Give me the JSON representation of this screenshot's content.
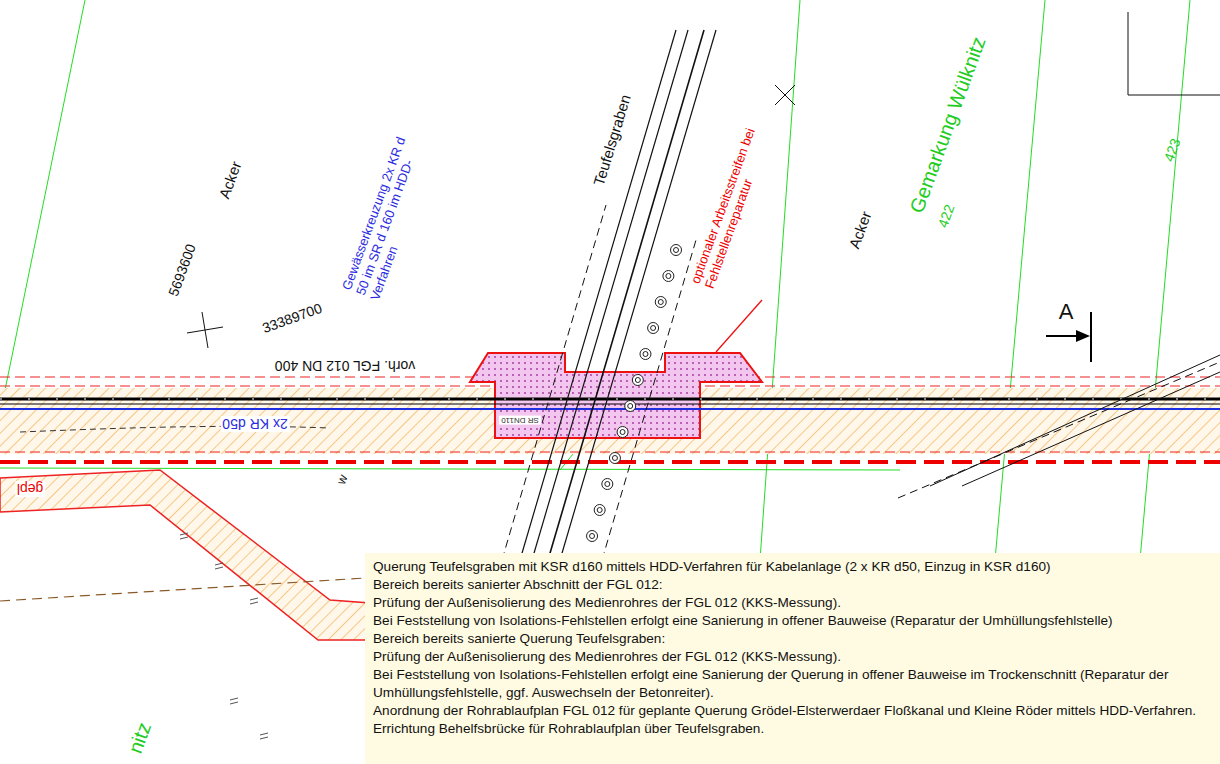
{
  "diagram": {
    "nodes": [
      {
        "text": [
          "Querung Teufelsgraben mit KSR d160 mittels HDD-Verfahren für Kabelanlage (2 x KR d50, Einzug  in KSR d160)",
          "Bereich bereits sanierter Abschnitt der FGL 012:",
          "Prüfung der Außenisolierung des Medienrohres der FGL 012 (KKS-Messung).",
          "Bei Feststellung von Isolations-Fehlstellen erfolgt eine Sanierung in offener Bauweise (Reparatur der Umhüllungsfehlstelle)",
          "Bereich bereits sanierte Querung Teufelsgraben:",
          "Prüfung der Außenisolierung des Medienrohres der FGL 012 (KKS-Messung).",
          "Bei Feststellung von Isolations-Fehlstellen erfolgt eine Sanierung der Querung in offener Bauweise im Trockenschnitt (Reparatur der Umhüllungsfehlstelle, ggf. Auswechseln der Betonreiter).",
          "Anordnung der Rohrablaufplan FGL 012 für geplante Querung Grödel-Elsterwerdaer Floßkanal und Kleine Röder mittels HDD-Verfahren.",
          "Errichtung Behelfsbrücke für Rohrablaufplan über Teufelsgraben."
        ]
      }
    ],
    "labels": [
      "Acker",
      "5693600",
      "33389700",
      "Gewässerkreuzung 2x KR d 50 im SR d 160 im HDD-Verfahren",
      "Teufelsgraben",
      "optionaler Arbeitsstreifen bei Fehlstellenreparatur",
      "Acker",
      "Gemarkung Wülknitz",
      "422",
      "423",
      "A",
      "vorh. FGL 012 DN 400",
      "2x KR d50",
      "SR DN110",
      "gepl",
      "W",
      "nitz"
    ]
  }
}
